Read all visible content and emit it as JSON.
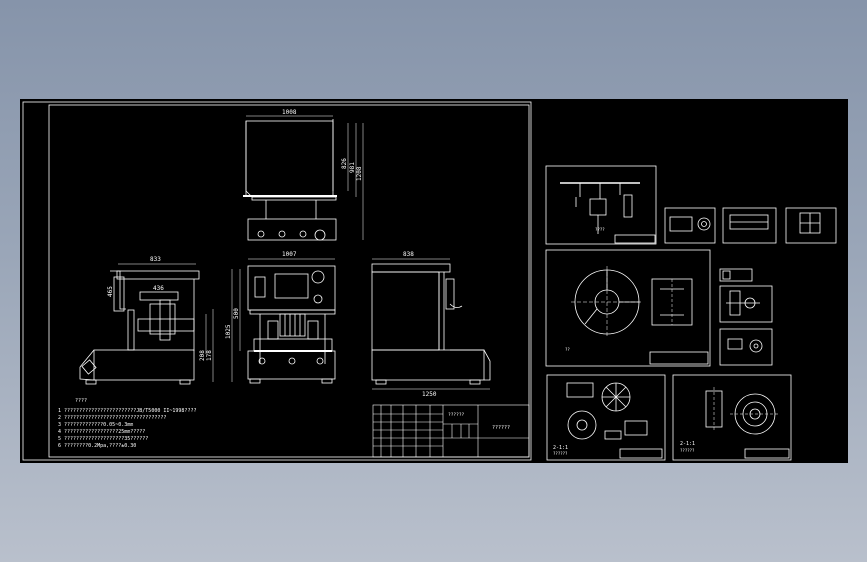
{
  "main_sheet": {
    "top_view": {
      "width_dim": "1008",
      "height_dim_1": "826",
      "height_dim_2": "981",
      "height_dim_3": "1208"
    },
    "side_view": {
      "width_dim": "833",
      "height_dim_1": "465",
      "inner_dim": "436",
      "right_dim_1": "208",
      "right_dim_2": "178"
    },
    "front_view": {
      "width_dim": "1007",
      "height_dim_1": "500",
      "height_dim_2": "1025"
    },
    "right_view": {
      "width_dim": "838",
      "bottom_dim": "1250"
    },
    "notes": {
      "heading": "????",
      "lines": [
        "1  ????????????????????????JB/T5000 II~1998????",
        "2  ??????????????????????????????????",
        "3  ?????????????0.05~0.3mm",
        "4  ??????????????????25mm?????",
        "5  ????????????????????35??????",
        "6  ????????0.2Mpa,????±0.30"
      ]
    },
    "title_block": {
      "name_cell": "??????",
      "code_cell": "??????"
    }
  },
  "detail_sheets": {
    "assembly": {
      "caption": "????"
    },
    "disc": {
      "caption": "??"
    },
    "rotor": {
      "caption": "2-1:1",
      "sub": "??????"
    },
    "flange": {
      "caption": "2-1:1",
      "sub": "??????"
    }
  }
}
